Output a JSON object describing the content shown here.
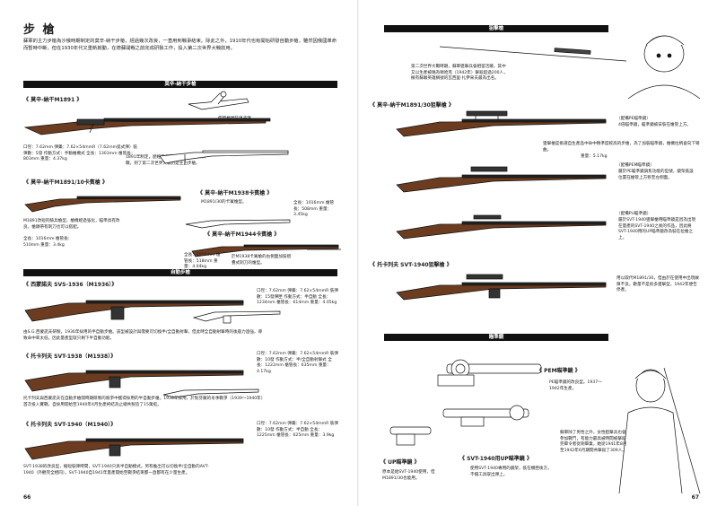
{
  "left": {
    "title": "步 槍",
    "intro": "蘇軍的主力步槍為沙俄時期制定的莫辛-納干步槍，經過幾次改良，一直用到戰爭結束。除此之外，1910年代也有開始研發自動步槍，雖然因俄國革命而暫時中斷，但在1930年代又重新啟動，在德蘇開戰之前完成研製工作，投入第二次世界大戰前用。",
    "section1_bar": "莫辛-納干步槍",
    "m1891_heading": "《 莫辛-納干M1891 》",
    "m1891_callout": "使用槍頭裝填子彈。",
    "m1891_specs": "口徑：7.62mm 彈藥：7.62×54mmR（7.62mm弧式彈）裝彈數：5發 作動方式：手動槍機式 全長：1303mm 槍管長：803mm 重量：4.37kg",
    "m1891_note": "1891年制定，歷經日俄戰爭、第一次世界大戰，到了第二次世界大戰仍是主力步槍。",
    "m1891_10_heading": "《 莫辛-納干M1891/10卡賓槍 》",
    "m1891_10_desc": "M1891改短的騎兵槍型，槍機經過強化，瞄準具有改良。槍頭帶有刺刀也可以搭配。",
    "m1891_10_specs": "全長：1016mm 槍管長：510mm 重量：3.4kg",
    "m1938_heading": "《 莫辛-納干M1938卡賓槍 》",
    "m1938_desc": "M1891/30的卡賓槍型。",
    "m1938_specs": "全長：1016mm 槍管長：508mm 重量：3.45kg",
    "m1944_heading": "《 莫辛-納干M1944卡賓槍 》",
    "m1944_specs": "全長：1016mm 槍管長：518mm 重量：4.04kg",
    "m1944_desc": "於M1938卡賓槍的右側面加裝摺疊式刺刀的槍型。",
    "section2_bar": "自動步槍",
    "svs_heading": "《 西蒙諾夫 SVS-1936（M1936）》",
    "svs_specs": "口徑：7.62mm 彈藥：7.62×54mmR 裝彈數：15發彈匣 作動方式：半自動 全長：1234mm 槍管長：614mm 重量：4.05kg",
    "svs_desc": "由S.G.西蒙諾夫研製，1936年採用的半自動步槍。該型被設計與需要可切換半/全自動射擊，但此時全自動射擊時的後座力過強，導致命中率太低，因此量產型就只剩下半自動功能。",
    "svt38_heading": "《 托卡列夫 SVT-1938（M1938）》",
    "svt38_specs": "口徑：7.62mm 彈藥：7.62×54mmR 裝彈數：10發 作動方式：半/全自動射擊式 全長：1222mm 槍管長：635mm 重量：4.17kg",
    "svt38_desc": "托卡列夫與西蒙諾夫在自動步槍開時期研製的競爭中獲得採用的半自動步槍。1938年採用，於對芬蘭的冬季戰爭（1939～1940年）首次投入實戰，自採用開始至1940年4月生產終結為止總共製造了15萬挺。",
    "svt40_heading": "《 托卡列夫 SVT-1940（M1940）》",
    "svt40_specs": "口徑：7.62mm 彈藥：7.62×54mmR 裝彈數：10發 作動方式：半自動 全長：1225mm 槍管長：625mm 重量：3.9kg",
    "svt40_desc": "SVT-1938的改良型，縮短裝彈時間，SVT-1940只具半自動模式。另有推出可以切換半/全自動的AVT-1940（外觀完全相同）。SVT-1940自1941年量產開始至戰爭結束都一直都有在少量生產。",
    "page_number": "66"
  },
  "right": {
    "sniper_bar": "狙擊槍",
    "sniper_intro": "第二次世界大戰時期，蘇軍狙擊兵會相當活躍，其中又以生產被稱為頓哈克（1942年）擊殺超過200人，擁有蘇聯英雄稱號的瓦西里‧扎伊采夫最為出名。",
    "m1891_30_heading": "《 莫辛-納干M1891/30狙擊槍 》",
    "pe_label": "（配備PE瞄準鏡）",
    "pe_text": "4倍瞄準鏡，瞄準鏡被安裝在槍管上方。",
    "m1891_30_desc": "狙擊槍是挑選自生產品中命中精準度較高的步槍，為了加裝瞄準鏡，槍機拉柄會向下彎曲。",
    "m1891_30_weight": "重量：5.17kg",
    "pem_label": "（配備PEM瞄準鏡）",
    "pem_text": "屬於PE瞄準鏡調焦功能的型號，鏡架裝設位置在槍管上方移至左側面。",
    "pu_label": "（配備PU瞄準鏡）",
    "pu_text": "屬於SVT-1940狙擊槍用瞄準鏡是因為出現在量產的SVT-1940之後的作品，因此將SVT-1940用的UP瞄準鏡改為裝在拉槍之上。",
    "svt40_sniper_heading": "《 托卡列夫 SVT-1940狙擊槍 》",
    "svt40_sniper_desc": "用以取代M1891/30，但由於在使用中出現故障不良，數量不是很多狙擊型，1942年便告停產。",
    "scope_bar": "瞄準鏡",
    "pem_scope_heading": "《 PEM瞄準鏡 》",
    "pem_scope_text": "PE瞄準鏡的改良型。1937～1942年生產。",
    "up_scope_heading": "《 UP瞄準鏡 》",
    "up_scope_text": "原本是給SVT-1940使用，但M1891/30也能用。",
    "svt_up_heading": "《 SVT-1940用UP瞄準鏡 》",
    "svt_up_text": "使用SVT-1940專用的鏡架，裝在機匣後方，不擋工具取出彈上。",
    "sniper_woman_text": "蘇軍除了男性之外，女性狙擊兵也會參加戰鬥，有能力最高被時間被擊殺完畢令者從剛畢業，她從1941年8月至1942年6月期間共擊殺了309人。",
    "page_number": "67"
  }
}
